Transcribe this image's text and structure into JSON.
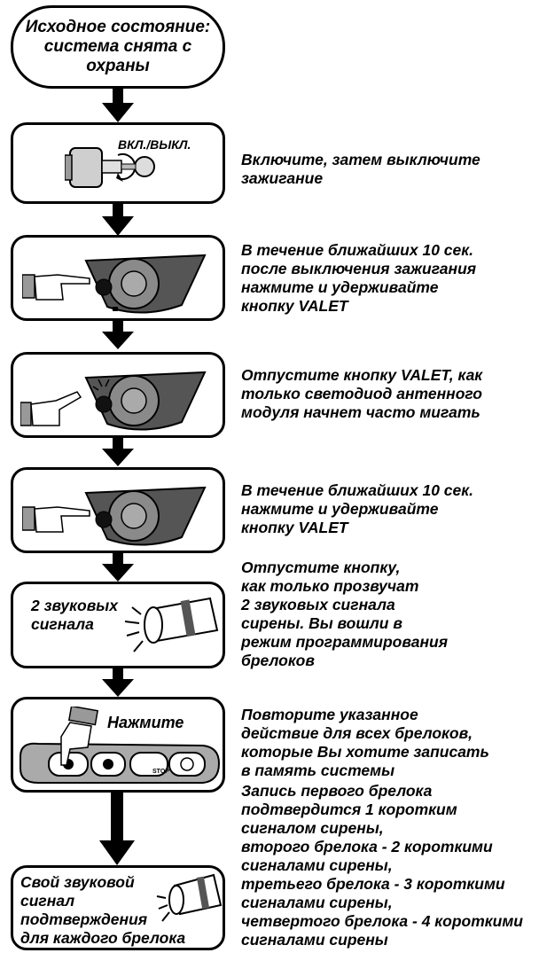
{
  "start": {
    "text": "Исходное состояние:\nсистема снята с\nохраны"
  },
  "steps": [
    {
      "image_label": "ВКЛ./ВЫКЛ.",
      "description": "Включите, затем выключите\nзажигание"
    },
    {
      "description": "В течение ближайших 10 сек.\nпосле выключения зажигания\nнажмите и удерживайте\nкнопку VALET"
    },
    {
      "description": "Отпустите кнопку VALET, как\nтолько светодиод антенного\nмодуля начнет часто мигать"
    },
    {
      "description": "В течение ближайших 10 сек.\nнажмите и удерживайте\nкнопку VALET"
    },
    {
      "image_label": "2 звуковых\nсигнала",
      "description": "Отпустите кнопку,\nкак только прозвучат\n2 звуковых сигнала\nсирены. Вы вошли в\nрежим программирования\nбрелоков"
    },
    {
      "image_label": "Нажмите",
      "fob_button_label": "STOP",
      "description": "Повторите указанное\nдействие для всех брелоков,\nкоторые Вы хотите записать\nв память системы"
    },
    {
      "image_label": "Свой звуковой\nсигнал\nподтверждения\nдля каждого брелока",
      "description": "Запись первого брелока\nподтвердится 1 коротким\nсигналом сирены,\nвторого брелока - 2 короткими\nсигналами сирены,\nтретьего брелока - 3 короткими\nсигналами сирены,\nчетвертого брелока - 4 короткими\nсигналами сирены"
    }
  ]
}
